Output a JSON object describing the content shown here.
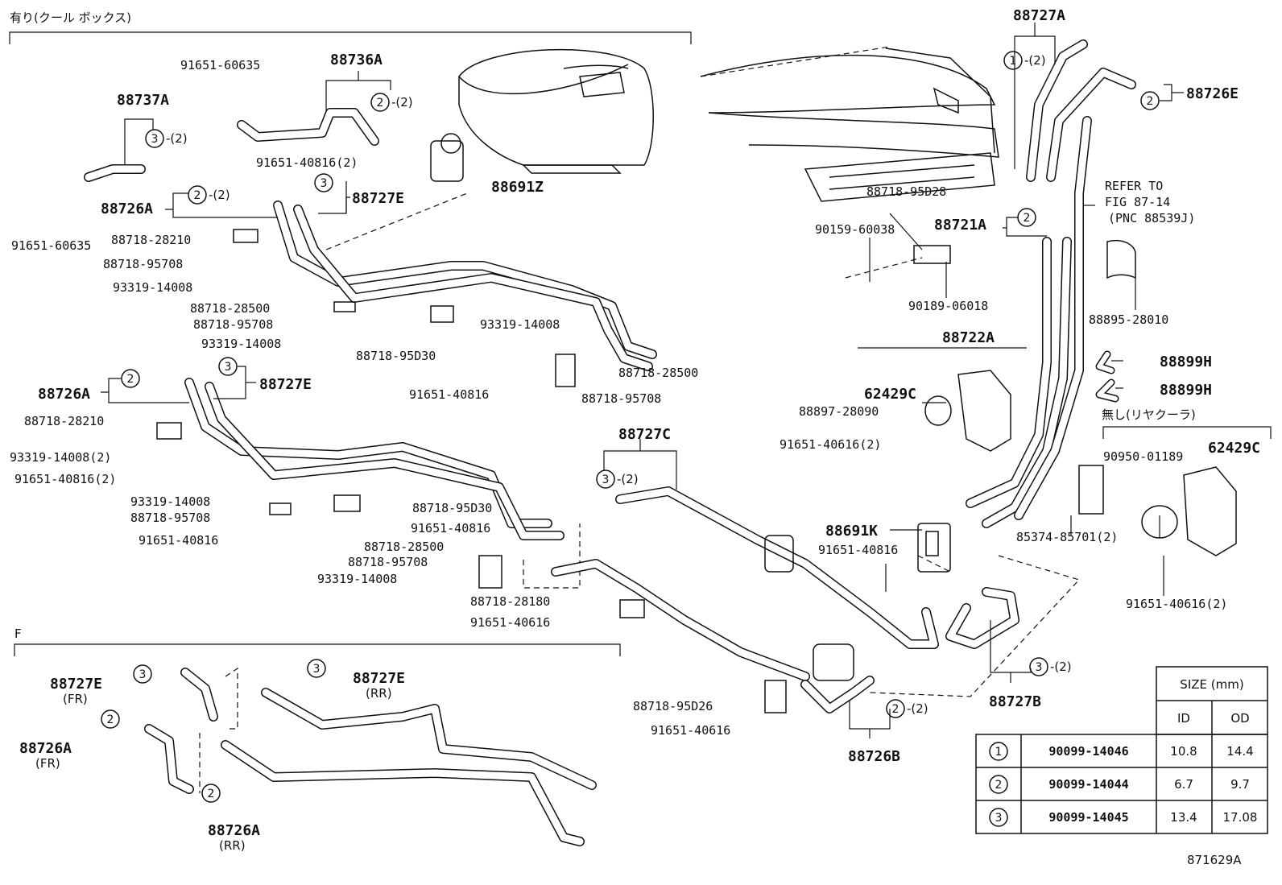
{
  "sections": {
    "cool_box": "有り(クール ボックス)",
    "no_rear_cooler": "無し(リヤクーラ)",
    "f_section": "F"
  },
  "figure_code": "871629A",
  "refer_note": {
    "line1": "REFER TO",
    "line2": "FIG 87-14",
    "line3": "(PNC 88539J)"
  },
  "qty": {
    "two": "-(2)"
  },
  "big_labels": {
    "p88736A": "88736A",
    "p88737A": "88737A",
    "p88726A_1": "88726A",
    "p88727E_1": "88727E",
    "p88691Z": "88691Z",
    "p88726A_2": "88726A",
    "p88727E_2": "88727E",
    "p88727C": "88727C",
    "p88691K": "88691K",
    "p88727B": "88727B",
    "p88726B": "88726B",
    "p88727A": "88727A",
    "p88726E": "88726E",
    "p88721A": "88721A",
    "p88722A": "88722A",
    "p62429C_1": "62429C",
    "p62429C_2": "62429C",
    "p88899H_1": "88899H",
    "p88899H_2": "88899H",
    "p88727E_fr": "88727E",
    "p88727E_rr": "88727E",
    "p88726A_fr": "88726A",
    "p88726A_rr": "88726A"
  },
  "sub_labels": {
    "fr": "(FR)",
    "rr": "(RR)"
  },
  "small_labels": {
    "s91651_60635a": "91651-60635",
    "s91651_60635b": "91651-60635",
    "s91651_40816_2a": "91651-40816(2)",
    "s88718_28210a": "88718-28210",
    "s88718_95708a": "88718-95708",
    "s93319_14008a": "93319-14008",
    "s88718_28500a": "88718-28500",
    "s88718_95708b": "88718-95708",
    "s93319_14008b": "93319-14008",
    "s88718_95D30a": "88718-95D30",
    "s91651_40816a": "91651-40816",
    "s93319_14008c": "93319-14008",
    "s88718_28500b": "88718-28500",
    "s88718_95708c": "88718-95708",
    "s88718_28210b": "88718-28210",
    "s93319_14008_2": "93319-14008(2)",
    "s91651_40816_2b": "91651-40816(2)",
    "s93319_14008d": "93319-14008",
    "s88718_95708d": "88718-95708",
    "s91651_40816b": "91651-40816",
    "s88718_95D30b": "88718-95D30",
    "s91651_40816c": "91651-40816",
    "s88718_28500c": "88718-28500",
    "s88718_95708e": "88718-95708",
    "s93319_14008e": "93319-14008",
    "s88718_28180": "88718-28180",
    "s91651_40616a": "91651-40616",
    "s88718_95D26": "88718-95D26",
    "s91651_40616b": "91651-40616",
    "s91651_40816d": "91651-40816",
    "s88718_95D28": "88718-95D28",
    "s90159_60038": "90159-60038",
    "s90189_06018": "90189-06018",
    "s88895_28010": "88895-28010",
    "s88897_28090": "88897-28090",
    "s91651_40616_2a": "91651-40616(2)",
    "s85374_85701_2": "85374-85701(2)",
    "s90950_01189": "90950-01189",
    "s91651_40616_2b": "91651-40616(2)"
  },
  "circles": {
    "c1": "1",
    "c2": "2",
    "c3": "3"
  },
  "size_table": {
    "header": "SIZE (mm)",
    "col_id": "ID",
    "col_od": "OD",
    "rows": [
      {
        "num": "1",
        "part": "90099-14046",
        "id": "10.8",
        "od": "14.4"
      },
      {
        "num": "2",
        "part": "90099-14044",
        "id": "6.7",
        "od": "9.7"
      },
      {
        "num": "3",
        "part": "90099-14045",
        "id": "13.4",
        "od": "17.08"
      }
    ]
  }
}
